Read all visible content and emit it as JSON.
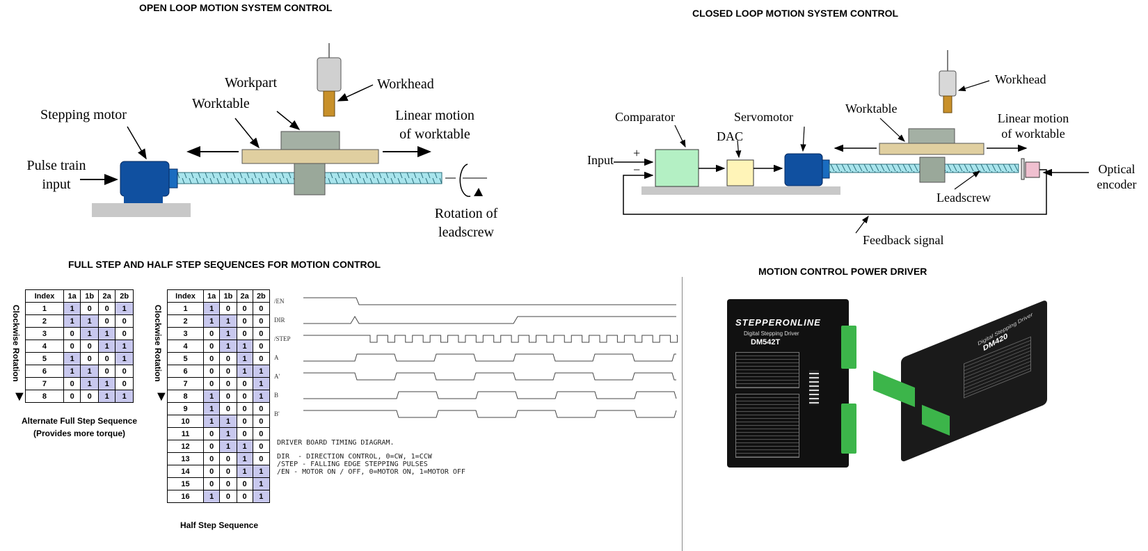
{
  "titles": {
    "open_loop": "OPEN LOOP MOTION SYSTEM CONTROL",
    "closed_loop": "CLOSED LOOP MOTION SYSTEM CONTROL",
    "sequences": "FULL STEP AND HALF STEP SEQUENCES FOR MOTION CONTROL",
    "driver": "MOTION CONTROL POWER DRIVER"
  },
  "open_loop": {
    "stepping_motor": "Stepping motor",
    "pulse_train_1": "Pulse train",
    "pulse_train_2": "input",
    "workpart": "Workpart",
    "worktable": "Worktable",
    "workhead": "Workhead",
    "linear_1": "Linear motion",
    "linear_2": "of worktable",
    "rotation_1": "Rotation of",
    "rotation_2": "leadscrew"
  },
  "closed_loop": {
    "comparator": "Comparator",
    "servomotor": "Servomotor",
    "dac": "DAC",
    "worktable": "Worktable",
    "workhead": "Workhead",
    "linear_1": "Linear motion",
    "linear_2": "of worktable",
    "input": "Input",
    "plus": "+",
    "minus": "−",
    "optical_1": "Optical",
    "optical_2": "encoder",
    "leadscrew": "Leadscrew",
    "feedback": "Feedback signal"
  },
  "full_step": {
    "headers": [
      "Index",
      "1a",
      "1b",
      "2a",
      "2b"
    ],
    "rows": [
      [
        1,
        1,
        0,
        0,
        1
      ],
      [
        2,
        1,
        1,
        0,
        0
      ],
      [
        3,
        0,
        1,
        1,
        0
      ],
      [
        4,
        0,
        0,
        1,
        1
      ],
      [
        5,
        1,
        0,
        0,
        1
      ],
      [
        6,
        1,
        1,
        0,
        0
      ],
      [
        7,
        0,
        1,
        1,
        0
      ],
      [
        8,
        0,
        0,
        1,
        1
      ]
    ],
    "rotation_label": "Clockwise Rotation",
    "caption_1": "Alternate Full Step Sequence",
    "caption_2": "(Provides more torque)"
  },
  "half_step": {
    "headers": [
      "Index",
      "1a",
      "1b",
      "2a",
      "2b"
    ],
    "rows": [
      [
        1,
        1,
        0,
        0,
        0
      ],
      [
        2,
        1,
        1,
        0,
        0
      ],
      [
        3,
        0,
        1,
        0,
        0
      ],
      [
        4,
        0,
        1,
        1,
        0
      ],
      [
        5,
        0,
        0,
        1,
        0
      ],
      [
        6,
        0,
        0,
        1,
        1
      ],
      [
        7,
        0,
        0,
        0,
        1
      ],
      [
        8,
        1,
        0,
        0,
        1
      ],
      [
        9,
        1,
        0,
        0,
        0
      ],
      [
        10,
        1,
        1,
        0,
        0
      ],
      [
        11,
        0,
        1,
        0,
        0
      ],
      [
        12,
        0,
        1,
        1,
        0
      ],
      [
        13,
        0,
        0,
        1,
        0
      ],
      [
        14,
        0,
        0,
        1,
        1
      ],
      [
        15,
        0,
        0,
        0,
        1
      ],
      [
        16,
        1,
        0,
        0,
        1
      ]
    ],
    "rotation_label": "Clockwise Rotation",
    "caption": "Half Step Sequence"
  },
  "timing": {
    "signals": [
      "/EN",
      "DIR",
      "/STEP",
      "A",
      "A'",
      "B",
      "B'"
    ],
    "note_title": "DRIVER BOARD TIMING DIAGRAM.",
    "note_lines": [
      "DIR  - DIRECTION CONTROL, 0=CW, 1=CCW",
      "/STEP - FALLING EDGE STEPPING PULSES",
      "/EN - MOTOR ON / OFF, 0=MOTOR ON, 1=MOTOR OFF"
    ]
  },
  "driver": {
    "brand": "STEPPERONLINE",
    "left_sub": "Digital Stepping Driver",
    "left_model": "DM542T",
    "right_sub": "Digital Stepping Driver",
    "right_model": "DM420"
  },
  "colors": {
    "motor_blue": "#1050a0",
    "screw_cyan": "#a8e4ec",
    "worktable_tan": "#e0cfa0",
    "workpart_gray": "#a4b0a4",
    "tool_orange": "#c8902a",
    "comparator_green": "#b4f0c4",
    "dac_yellow": "#fff4b8",
    "encoder_pink": "#f0c0d0",
    "table_highlight": "#c8c8ee",
    "terminal_green": "#3cb54a"
  }
}
